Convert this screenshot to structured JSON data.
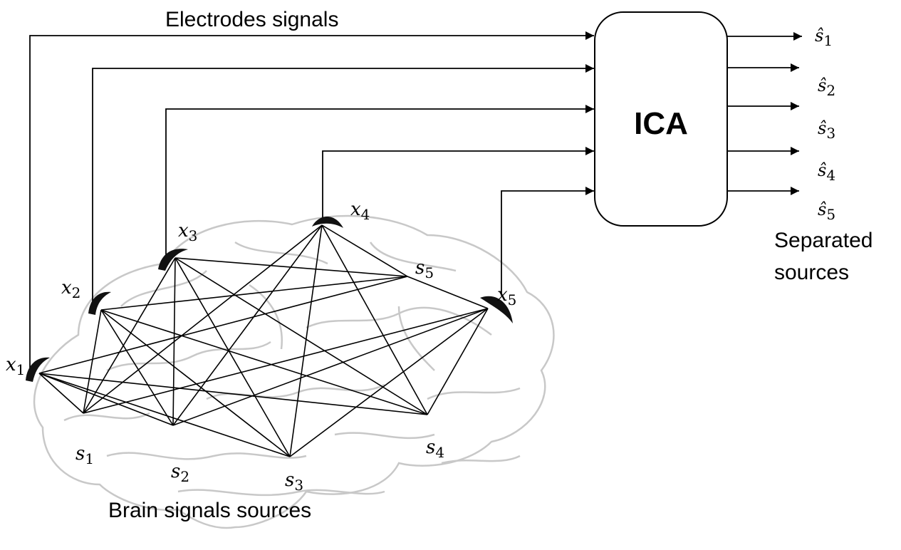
{
  "labels": {
    "electrodes": "Electrodes signals",
    "ica": "ICA",
    "separated_line1": "Separated",
    "separated_line2": "sources",
    "brain": "Brain signals sources"
  },
  "electrodes": [
    {
      "name": "x",
      "sub": "1"
    },
    {
      "name": "x",
      "sub": "2"
    },
    {
      "name": "x",
      "sub": "3"
    },
    {
      "name": "x",
      "sub": "4"
    },
    {
      "name": "x",
      "sub": "5"
    }
  ],
  "sources": [
    {
      "name": "s",
      "sub": "1"
    },
    {
      "name": "s",
      "sub": "2"
    },
    {
      "name": "s",
      "sub": "3"
    },
    {
      "name": "s",
      "sub": "4"
    },
    {
      "name": "s",
      "sub": "5"
    }
  ],
  "outputs": [
    {
      "name": "ŝ",
      "sub": "1"
    },
    {
      "name": "ŝ",
      "sub": "2"
    },
    {
      "name": "ŝ",
      "sub": "3"
    },
    {
      "name": "ŝ",
      "sub": "4"
    },
    {
      "name": "ŝ",
      "sub": "5"
    }
  ],
  "colors": {
    "stroke": "#000000",
    "brain_outline": "#c8c8c8",
    "background": "#ffffff"
  }
}
